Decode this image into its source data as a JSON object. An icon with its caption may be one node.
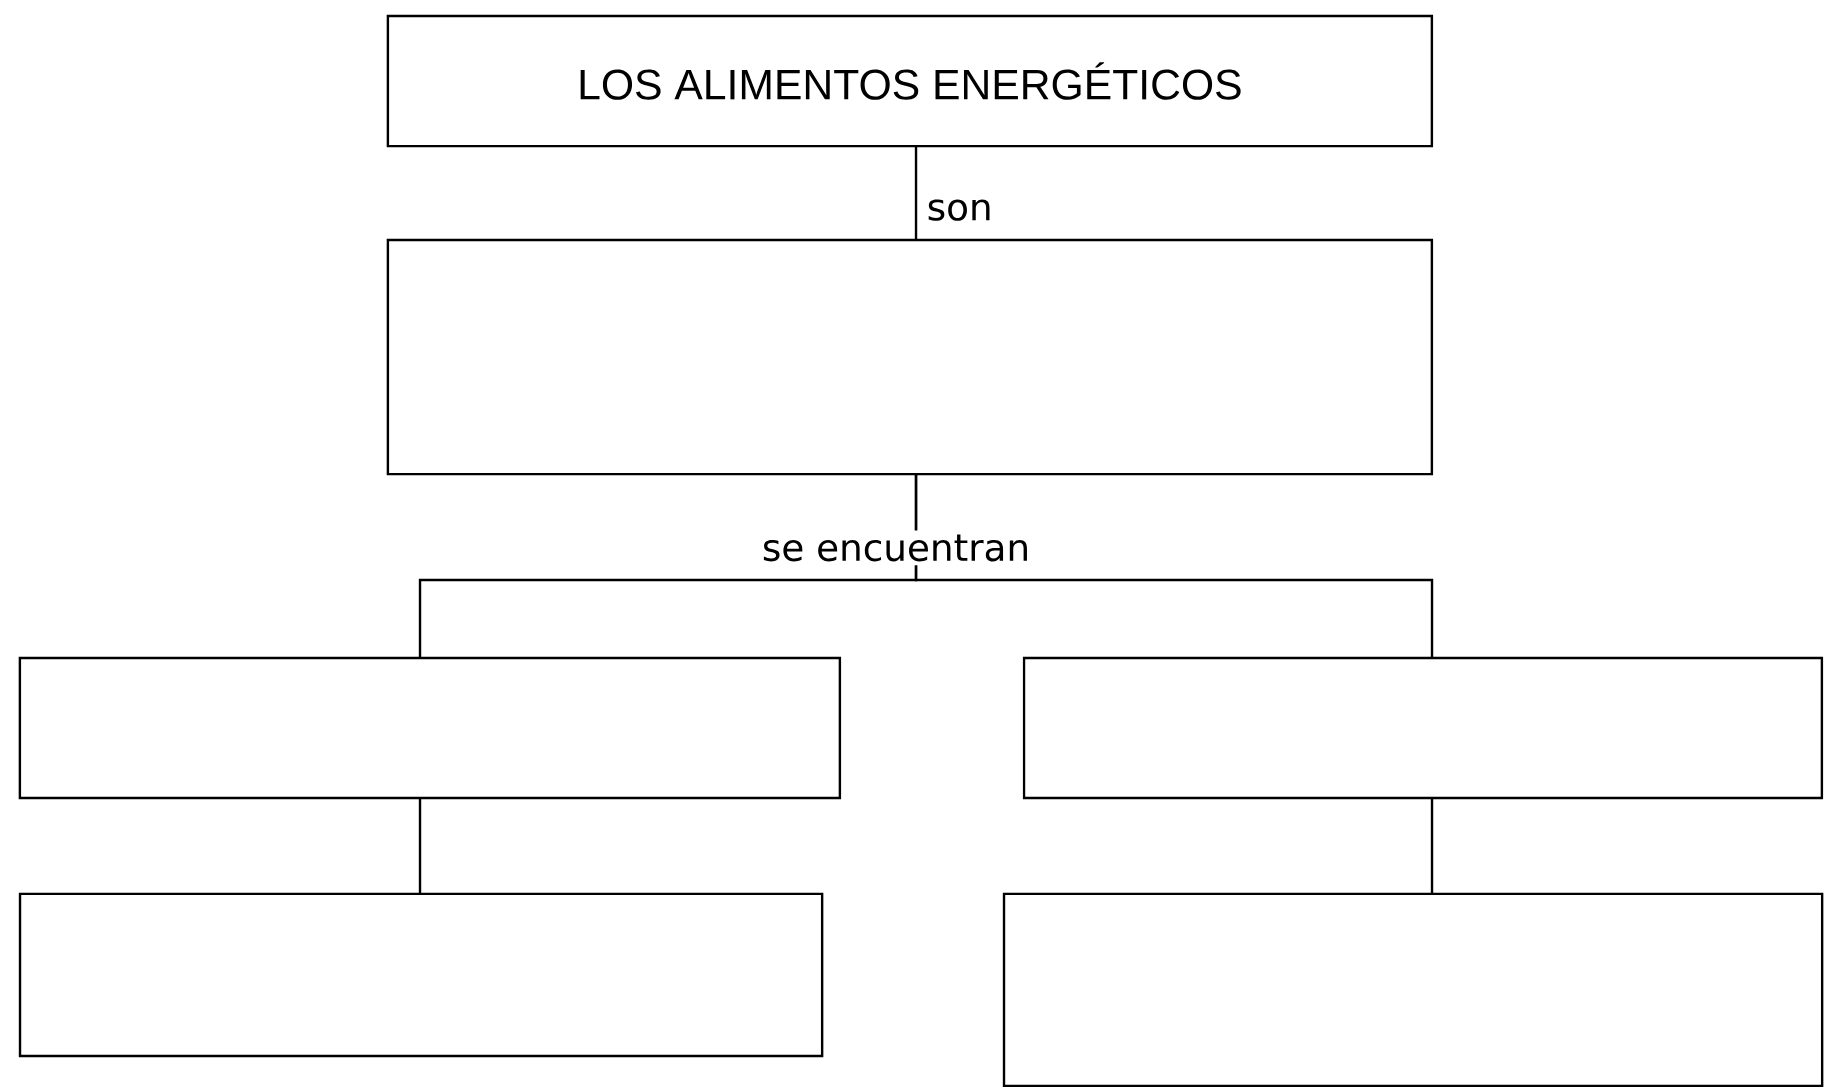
{
  "diagram": {
    "nodes": [
      {
        "text": [
          "LOS ALIMENTOS ENERGÉTICOS"
        ]
      },
      {
        "text": [],
        "shape": "box"
      },
      {
        "text": [],
        "shape": "box"
      },
      {
        "text": [],
        "shape": "box"
      },
      {
        "text": [],
        "shape": "box"
      },
      {
        "text": [],
        "shape": "box"
      }
    ],
    "edges": [
      {
        "from": 0,
        "to": 1,
        "arrow": "none",
        "label": "son"
      },
      {
        "from": 1,
        "to": 2,
        "arrow": "none",
        "label": "se encuentran"
      },
      {
        "from": 1,
        "to": 3,
        "arrow": "none"
      },
      {
        "from": 2,
        "to": 4,
        "arrow": "none"
      },
      {
        "from": 3,
        "to": 5,
        "arrow": "none"
      }
    ]
  }
}
